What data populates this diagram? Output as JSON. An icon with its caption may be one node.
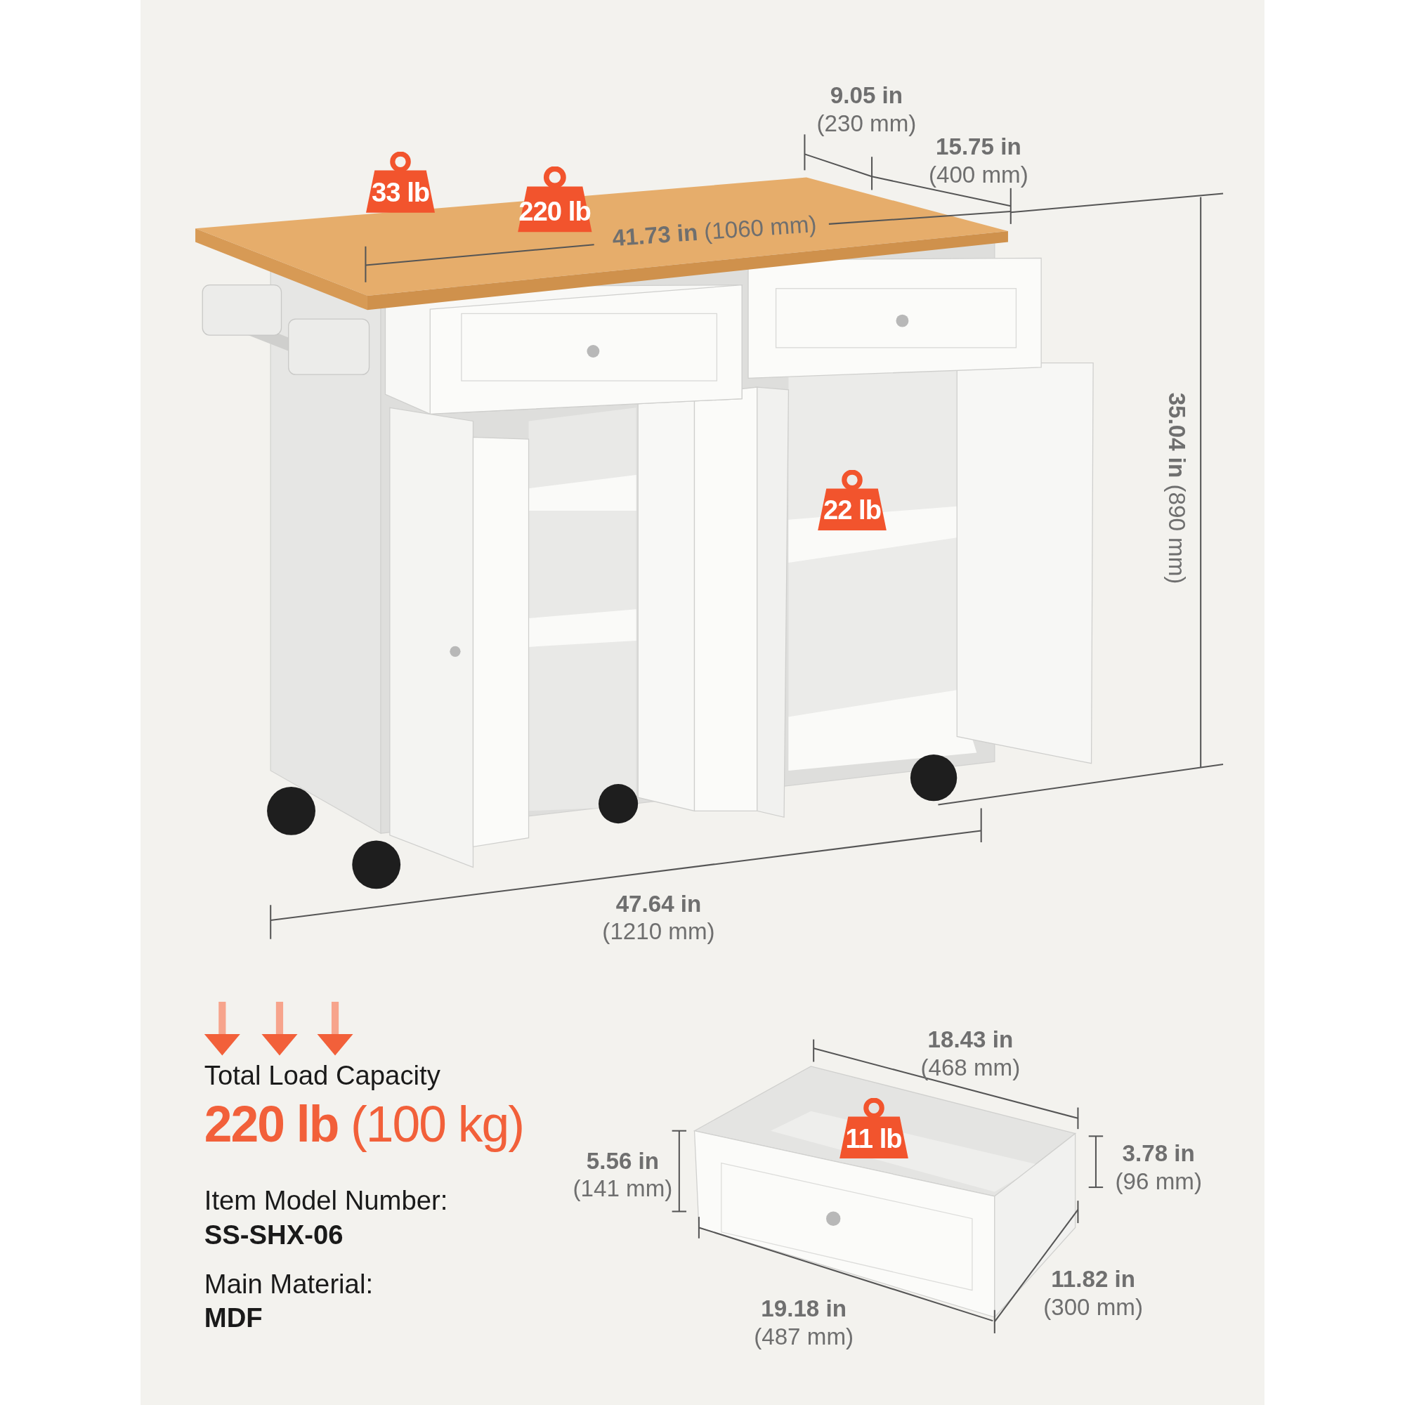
{
  "diagram": {
    "nodes": [
      {
        "text": [
          "33 lb"
        ]
      },
      {
        "text": [
          "220 lb"
        ]
      },
      {
        "text": [
          "22 lb"
        ]
      },
      {
        "text": [
          "11 lb"
        ]
      }
    ],
    "labels": [
      "**9.05 in** (230 mm)",
      "**15.75 in** (400 mm)",
      "**41.73 in** (1060 mm)",
      "**35.04 in** (890 mm)",
      "**47.64 in** (1210 mm)",
      "Total Load Capacity",
      "**220 lb** (100 kg)",
      "Item Model Number:",
      "SS-SHX-06",
      "Main Material:",
      "MDF",
      "**18.43 in** (468 mm)",
      "**5.56 in** (141 mm)",
      "**3.78 in** (96 mm)",
      "**11.82 in** (300 mm)",
      "**19.18 in** (487 mm)"
    ]
  }
}
